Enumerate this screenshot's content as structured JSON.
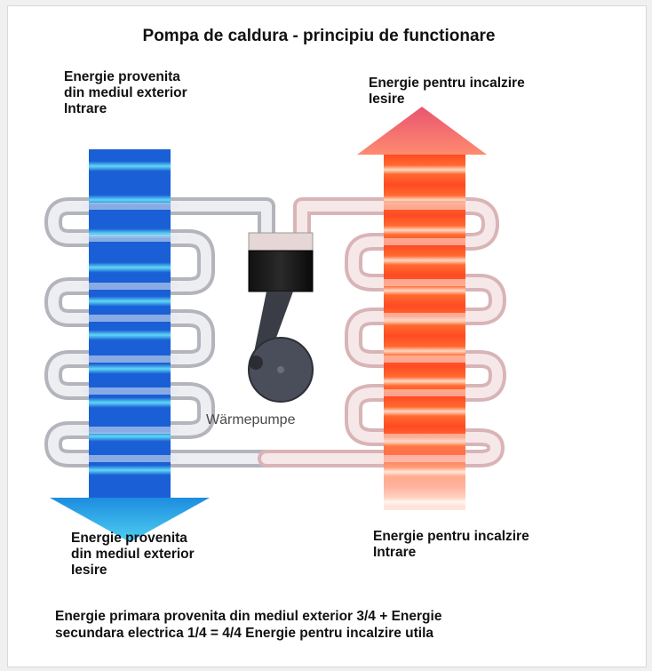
{
  "title": "Pompa de caldura - principiu de functionare",
  "labels": {
    "top_left": [
      "Energie provenita",
      "din mediul exterior",
      "Intrare"
    ],
    "top_right": [
      "Energie pentru incalzire",
      "Iesire"
    ],
    "bottom_left": [
      "Energie provenita",
      "din mediul exterior",
      "Iesire"
    ],
    "bottom_right": [
      "Energie pentru incalzire",
      "Intrare"
    ]
  },
  "pump_label": "Wärmepumpe",
  "footer": [
    "Energie primara provenita din mediul exterior 3/4 + Energie",
    "secundara electrica 1/4 = 4/4 Energie pentru incalzire utila"
  ],
  "colors": {
    "cold_arrow": "#1e6fe0",
    "cold_light": "#5ed6f2",
    "hot_arrow": "#ff5a2a",
    "hot_light": "#ffd2b0",
    "arrowhead_hot": "#e8506a",
    "arrowhead_cold": "#3ec3ea"
  }
}
